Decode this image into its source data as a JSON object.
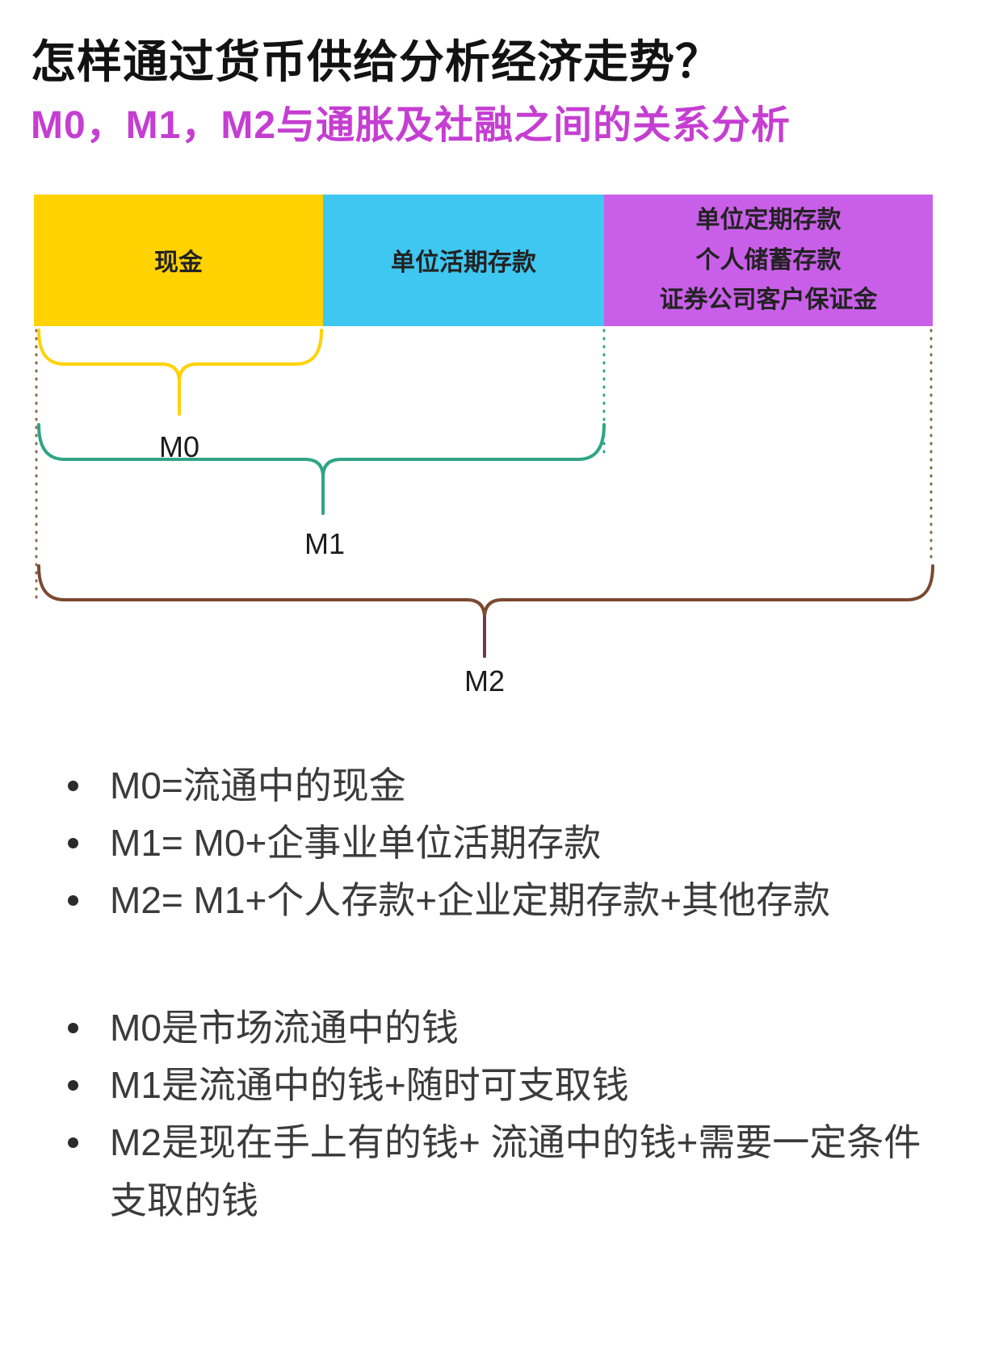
{
  "header": {
    "title": "怎样通过货币供给分析经济走势？",
    "subtitle": "M0，M1，M2与通胀及社融之间的关系分析"
  },
  "diagram": {
    "boxes": [
      {
        "label": "现金",
        "color": "#ffd200"
      },
      {
        "label": "单位活期存款",
        "color": "#3ec7f0"
      },
      {
        "lines": [
          "单位定期存款",
          "个人储蓄存款",
          "证券公司客户保证金"
        ],
        "color": "#c95fe8"
      }
    ],
    "braces": [
      {
        "label": "M0",
        "color": "#ffd200"
      },
      {
        "label": "M1",
        "color": "#2fa585"
      },
      {
        "label": "M2",
        "color": "#7b4930"
      }
    ]
  },
  "lists": {
    "group1": [
      "M0=流通中的现金",
      "M1= M0+企事业单位活期存款",
      "M2= M1+个人存款+企业定期存款+其他存款"
    ],
    "group2": [
      "M0是市场流通中的钱",
      "M1是流通中的钱+随时可支取钱",
      "M2是现在手上有的钱+ 流通中的钱+需要一定条件支取的钱"
    ]
  }
}
